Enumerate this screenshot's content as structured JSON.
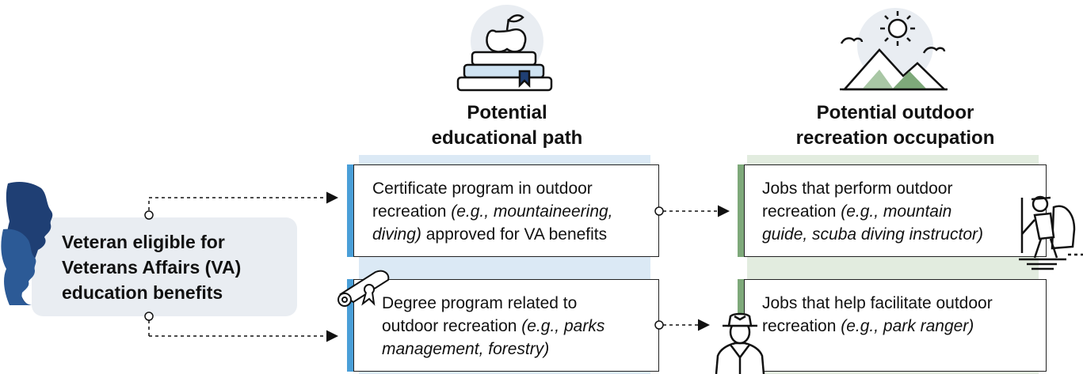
{
  "headings": {
    "education": [
      "Potential",
      "educational path"
    ],
    "occupation": [
      "Potential outdoor",
      "recreation occupation"
    ]
  },
  "veteran": {
    "lines": [
      "Veteran eligible for",
      "Veterans Affairs (VA)",
      "education benefits"
    ]
  },
  "education_boxes": [
    {
      "line1": "Certificate program in outdoor",
      "line2_plain": "recreation ",
      "line2_italic": "(e.g., mountaineering,",
      "line3_italic": "diving)",
      "line3_plain": " approved for VA benefits"
    },
    {
      "line1": "Degree program related to",
      "line2_plain": "outdoor recreation ",
      "line2_italic": "(e.g., parks",
      "line3_italic": "management, forestry)"
    }
  ],
  "occupation_boxes": [
    {
      "line1": "Jobs that perform outdoor",
      "line2_plain": "recreation ",
      "line2_italic": "(e.g., mountain",
      "line3_italic": "guide, scuba diving instructor)"
    },
    {
      "line1": "Jobs that help facilitate outdoor",
      "line2_plain": "recreation ",
      "line2_italic": "(e.g., park ranger)"
    }
  ],
  "icons": [
    "veteran-profiles-icon",
    "books-apple-icon",
    "mountains-sun-icon",
    "diploma-scroll-icon",
    "hiker-icon",
    "park-ranger-icon"
  ],
  "colors": {
    "education_accent": "#4a9fd8",
    "occupation_accent": "#7ea97a",
    "veteran_profile": "#1f3f74",
    "education_band": "#dbe9f5",
    "occupation_band": "#e2ecdf"
  }
}
